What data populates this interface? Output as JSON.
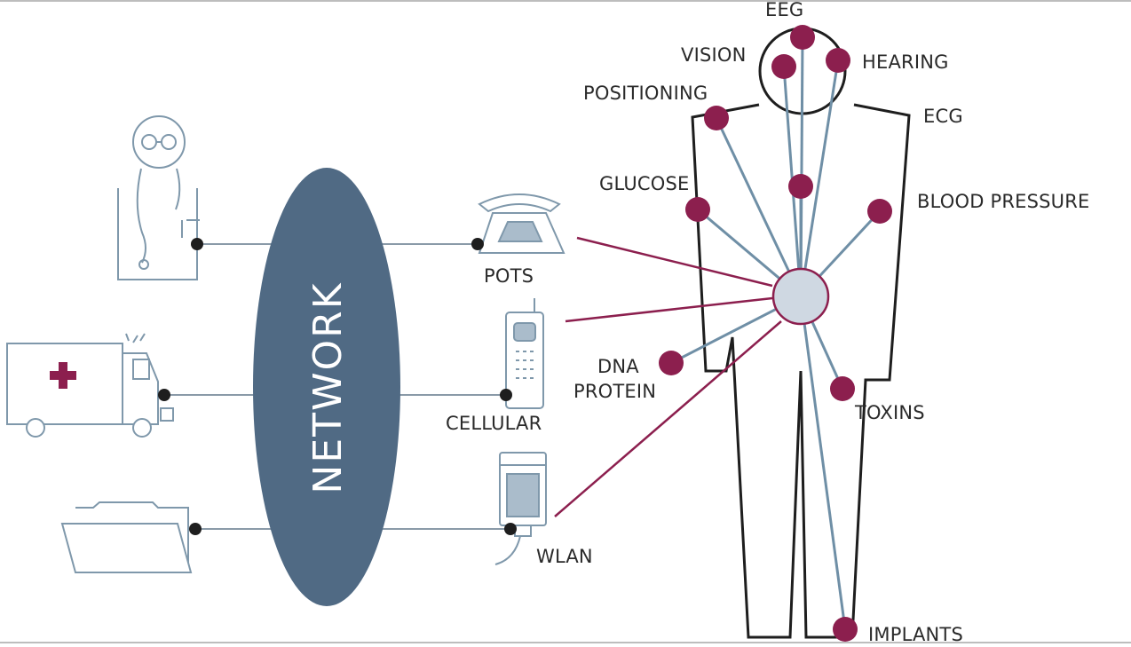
{
  "network_label": "NETWORK",
  "devices": {
    "pots": "POTS",
    "cellular": "CELLULAR",
    "wlan": "WLAN"
  },
  "sensors": {
    "eeg": "EEG",
    "vision": "VISION",
    "hearing": "HEARING",
    "positioning": "POSITIONING",
    "ecg": "ECG",
    "glucose": "GLUCOSE",
    "blood_pressure": "BLOOD PRESSURE",
    "dna_protein_line1": "DNA",
    "dna_protein_line2": "PROTEIN",
    "toxins": "TOXINS",
    "implants": "IMPLANTS"
  },
  "colors": {
    "sensor": "#8c1f4e",
    "line_blue": "#6f8fa6",
    "line_maroon": "#8c1f4e",
    "network": "#506a84",
    "outline": "#1e1e1e",
    "hub": "#cfd8e2",
    "icon_stroke": "#7f98ab"
  },
  "icons": [
    "doctor-icon",
    "ambulance-icon",
    "folder-icon",
    "telephone-icon",
    "cellphone-icon",
    "wlan-device-icon"
  ]
}
